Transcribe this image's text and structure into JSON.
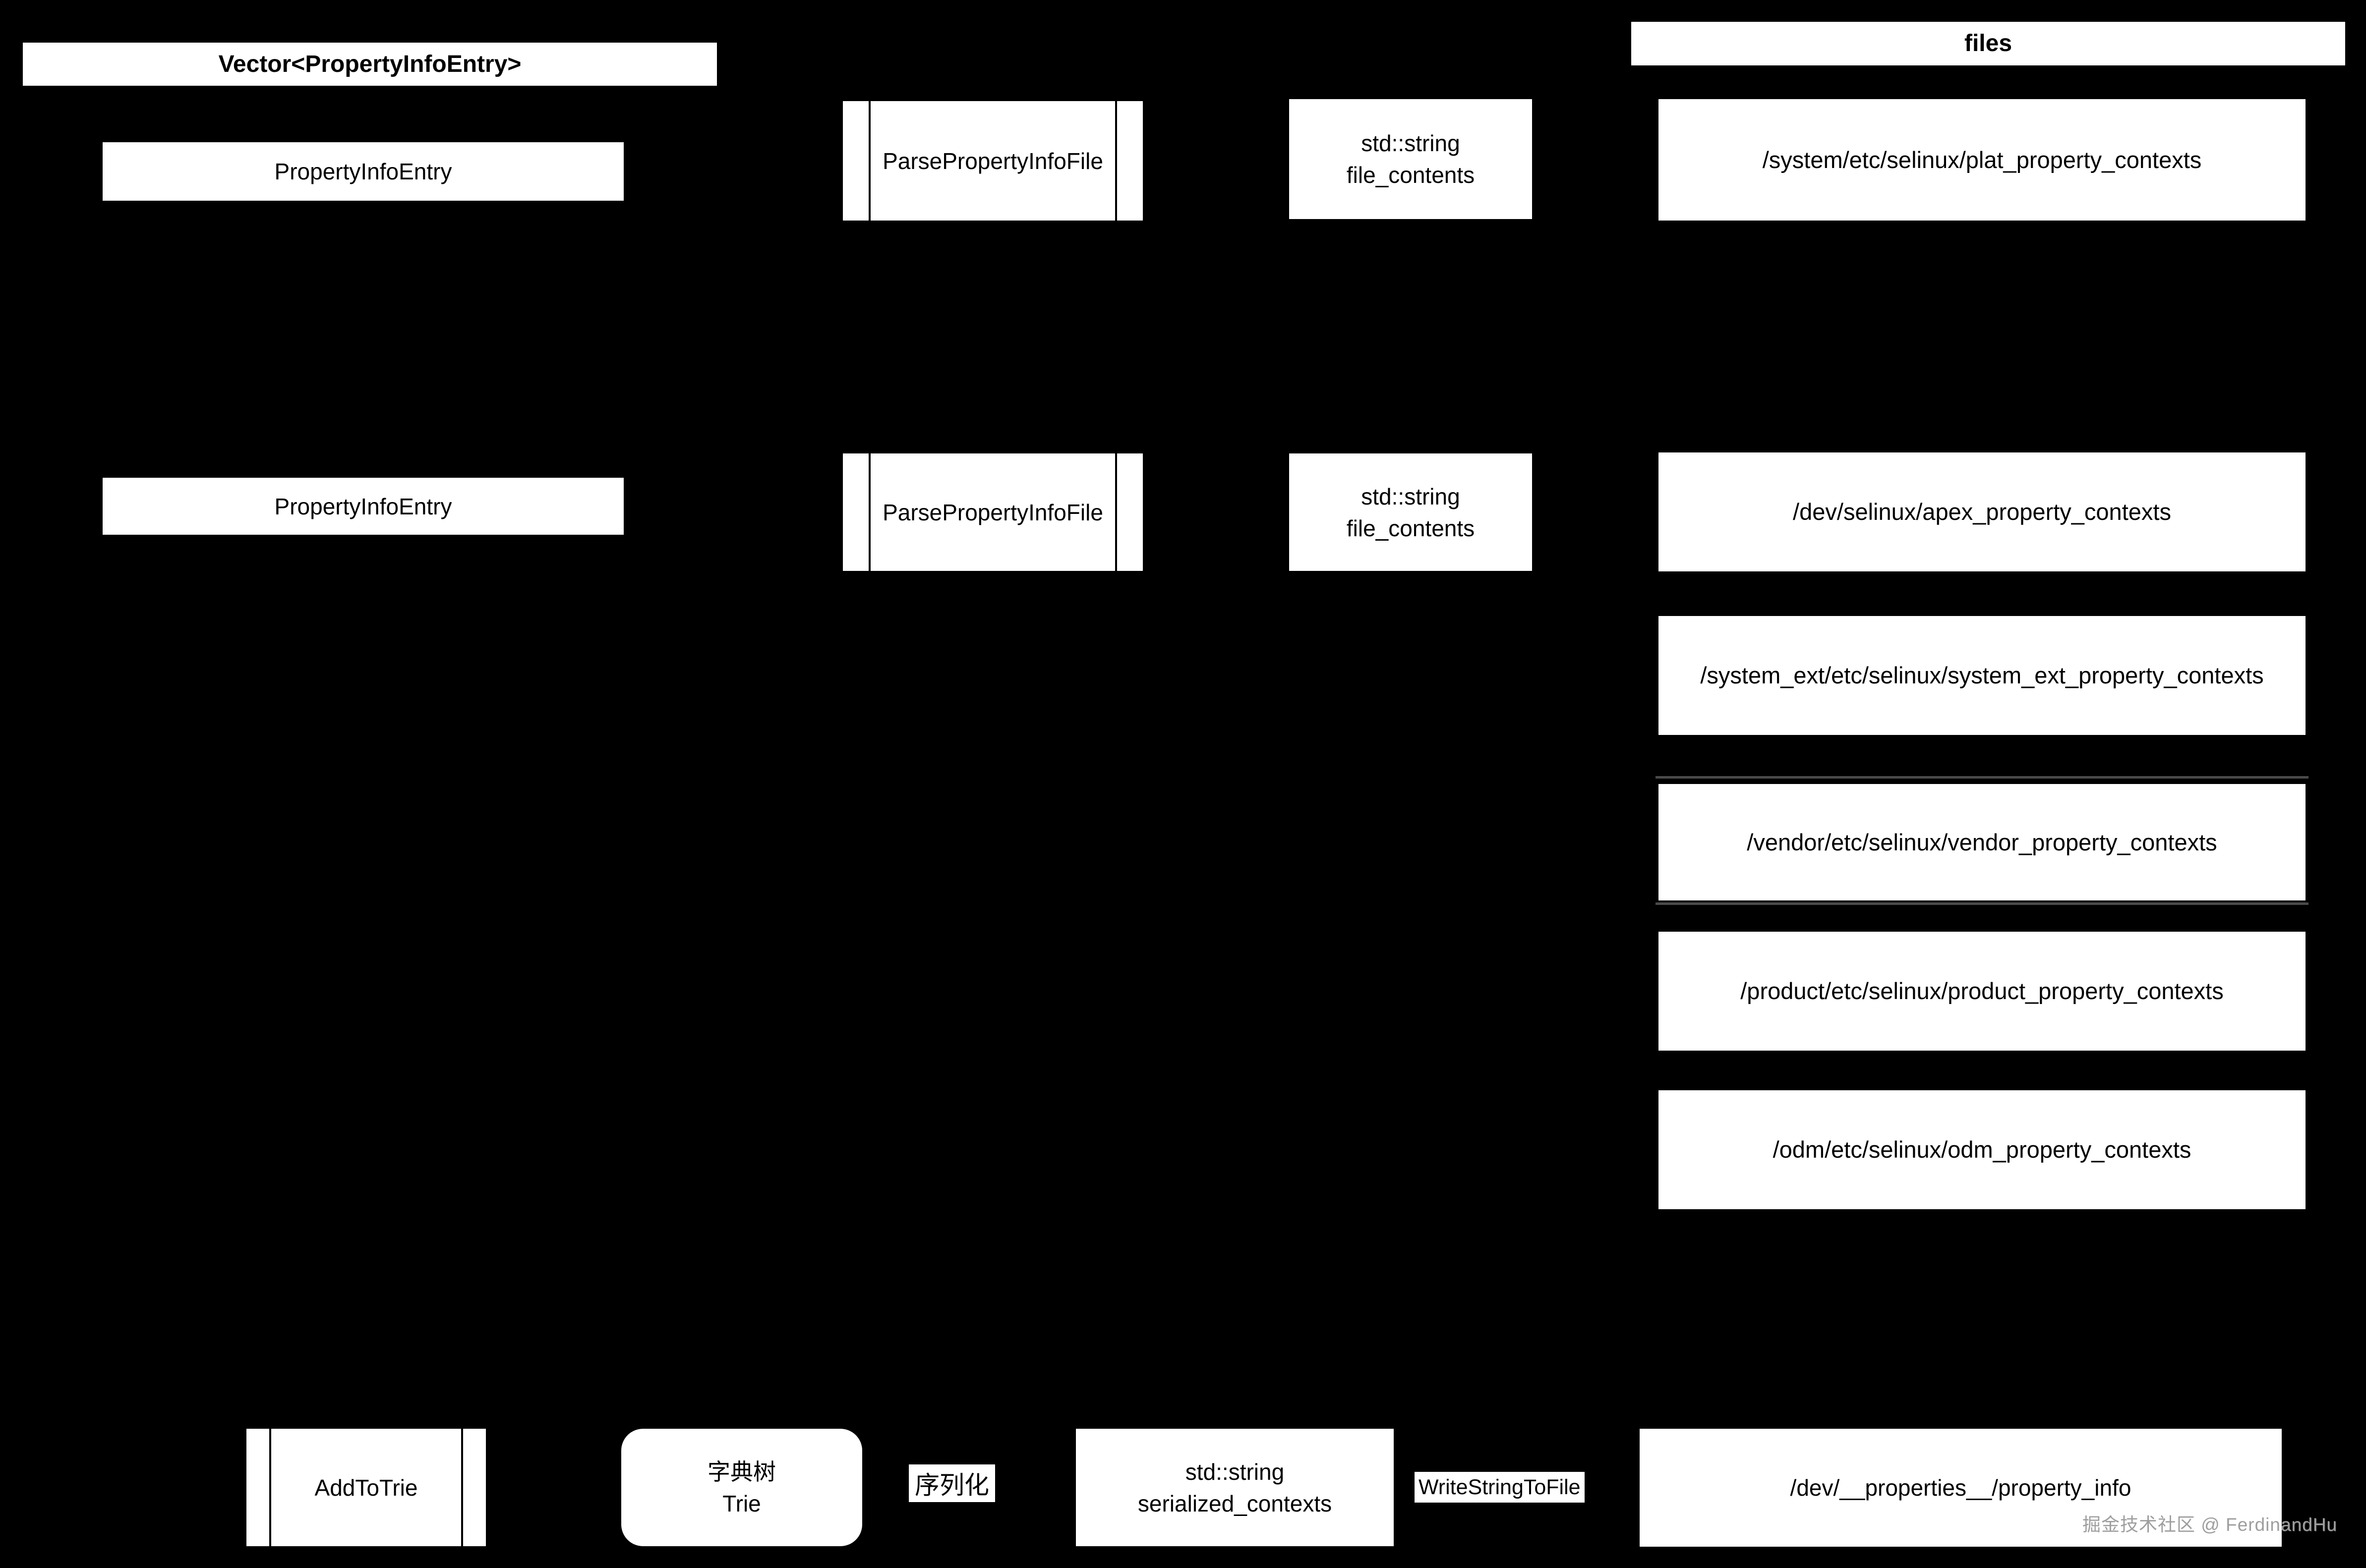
{
  "diagram": {
    "left_column": {
      "header": "Vector<PropertyInfoEntry>",
      "entries": [
        "PropertyInfoEntry",
        "PropertyInfoEntry"
      ]
    },
    "parse_nodes": [
      "ParsePropertyInfoFile",
      "ParsePropertyInfoFile"
    ],
    "string_nodes": [
      {
        "line1": "std::string",
        "line2": "file_contents"
      },
      {
        "line1": "std::string",
        "line2": "file_contents"
      }
    ],
    "files_column": {
      "header": "files",
      "paths": [
        "/system/etc/selinux/plat_property_contexts",
        "/dev/selinux/apex_property_contexts",
        "/system_ext/etc/selinux/system_ext_property_contexts",
        "/vendor/etc/selinux/vendor_property_contexts",
        "/product/etc/selinux/product_property_contexts",
        "/odm/etc/selinux/odm_property_contexts"
      ]
    },
    "bottom_row": {
      "add_to_trie": "AddToTrie",
      "trie": {
        "line1": "字典树",
        "line2": "Trie"
      },
      "serialize_label": "序列化",
      "serialized_string": {
        "line1": "std::string",
        "line2": "serialized_contexts"
      },
      "write_label": "WriteStringToFile",
      "output_path": "/dev/__properties__/property_info"
    },
    "watermark": "掘金技术社区 @ FerdinandHu",
    "colors": {
      "background": "#000000",
      "box_fill": "#ffffff",
      "box_text": "#000000",
      "stack_outline": "#4a4a4a",
      "watermark": "#9e9e9e"
    }
  }
}
